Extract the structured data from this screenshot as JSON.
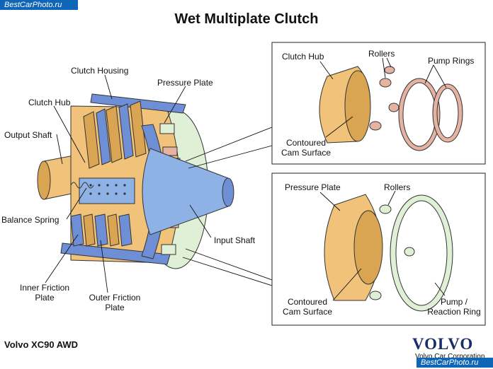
{
  "title": "Wet Multiplate Clutch",
  "watermark": "BestCarPhoto.ru",
  "model": "Volvo XC90 AWD",
  "brand": "VOLVO",
  "corporation": "Volvo Car Corporation",
  "labels": {
    "clutch_housing": "Clutch Housing",
    "pressure_plate": "Pressure Plate",
    "clutch_hub": "Clutch Hub",
    "output_shaft": "Output Shaft",
    "balance_spring": "Balance Spring",
    "input_shaft": "Input Shaft",
    "inner_friction_line1": "Inner Friction",
    "inner_friction_line2": "Plate",
    "outer_friction_line1": "Outer Friction",
    "outer_friction_line2": "Plate"
  },
  "inset_top": {
    "clutch_hub": "Clutch Hub",
    "rollers": "Rollers",
    "pump_rings": "Pump Rings",
    "contoured_line1": "Contoured",
    "contoured_line2": "Cam Surface"
  },
  "inset_bottom": {
    "pressure_plate": "Pressure Plate",
    "rollers": "Rollers",
    "contoured_line1": "Contoured",
    "contoured_line2": "Cam Surface",
    "pump_line1": "Pump /",
    "pump_line2": "Reaction Ring"
  },
  "colors": {
    "hub_yellow": "#f0c27a",
    "hub_shadow": "#d9a552",
    "housing_blue": "#6e8fd6",
    "shaft_blue": "#8fb2e6",
    "ring_green": "#dff0d6",
    "ring_pink": "#e6b3a3",
    "brand_navy": "#1a2d6b",
    "watermark_blue": "#0f66b6"
  }
}
